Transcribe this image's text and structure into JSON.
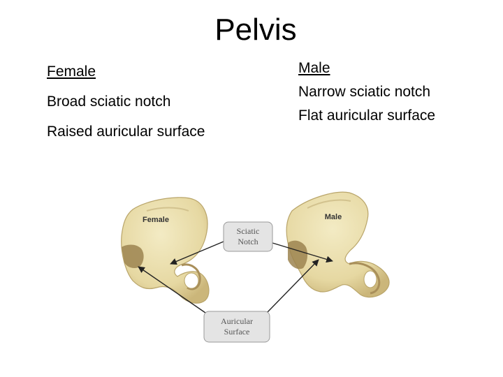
{
  "slide": {
    "title": "Pelvis",
    "left": {
      "heading": "Female",
      "points": [
        "Broad sciatic notch",
        "Raised auricular surface"
      ]
    },
    "right": {
      "heading": "Male",
      "points": [
        "Narrow sciatic notch",
        "Flat auricular surface"
      ]
    }
  },
  "figure": {
    "bone_labels": {
      "female": "Female",
      "male": "Male"
    },
    "callouts": {
      "sciatic": [
        "Sciatic",
        "Notch"
      ],
      "auricular": [
        "Auricular",
        "Surface"
      ]
    },
    "colors": {
      "bone": "#e8dcaa",
      "bone_shadow": "#b9a56a",
      "label_box": "#e4e4e4",
      "arrow": "#222222"
    }
  }
}
